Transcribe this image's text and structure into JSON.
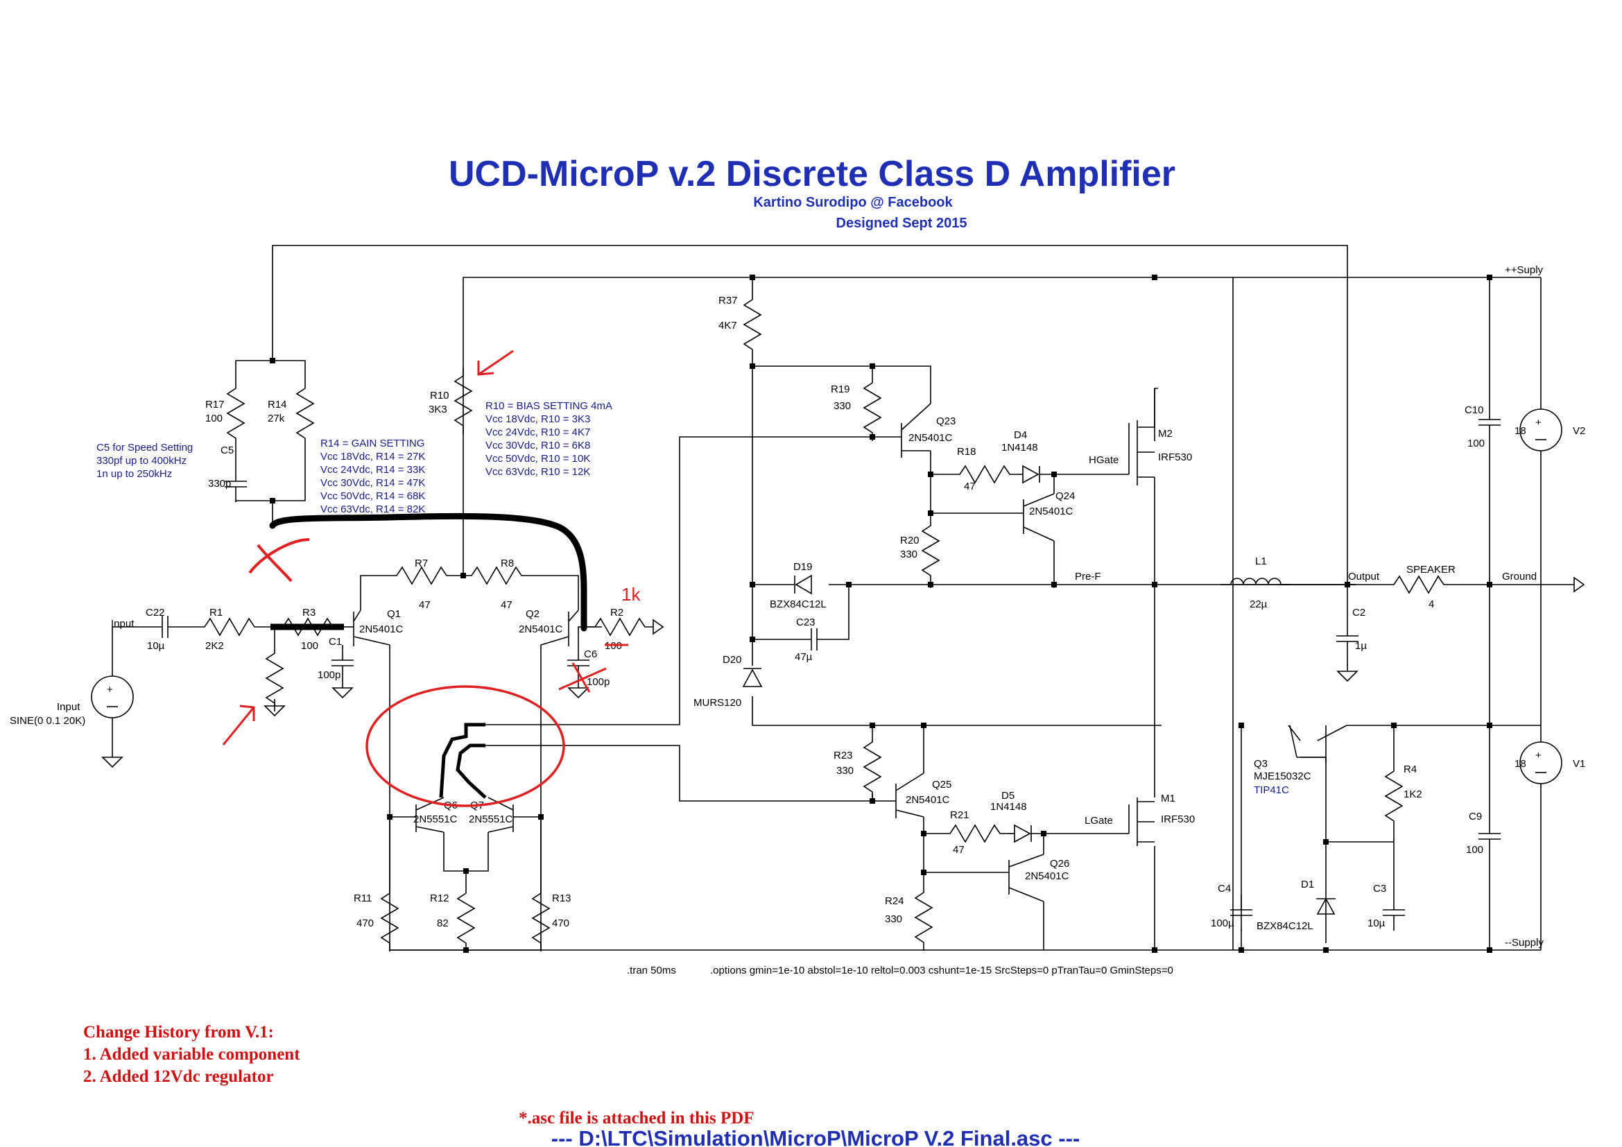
{
  "title": "UCD-MicroP v.2 Discrete Class D Amplifier",
  "author": "Kartino Surodipo @ Facebook",
  "designed": "Designed Sept 2015",
  "notes": {
    "c5": [
      "C5 for Speed Setting",
      "330pf up to 400kHz",
      "1n up to 250kHz"
    ],
    "r14": [
      "R14 = GAIN SETTING",
      "Vcc 18Vdc, R14 = 27K",
      "Vcc 24Vdc, R14 = 33K",
      "Vcc 30Vdc, R14 = 47K",
      "Vcc 50Vdc, R14 = 68K",
      "Vcc 63Vdc, R14 = 82K"
    ],
    "r10": [
      "R10 = BIAS SETTING 4mA",
      "Vcc 18Vdc, R10 = 3K3",
      "Vcc 24Vdc, R10 = 4K7",
      "Vcc 30Vdc, R10 = 6K8",
      "Vcc 50Vdc, R10 = 10K",
      "Vcc 63Vdc, R10 = 12K"
    ]
  },
  "nets": {
    "supply_pos": "++Suply",
    "supply_neg": "--Supply",
    "ground": "Ground",
    "output": "Output",
    "pref": "Pre-F",
    "hgate": "HGate",
    "lgate": "LGate",
    "input": "Input"
  },
  "components": {
    "R17": {
      "ref": "R17",
      "val": "100"
    },
    "R14": {
      "ref": "R14",
      "val": "27k"
    },
    "C5": {
      "ref": "C5",
      "val": "330p"
    },
    "R10": {
      "ref": "R10",
      "val": "3K3"
    },
    "R37": {
      "ref": "R37",
      "val": "4K7"
    },
    "R19": {
      "ref": "R19",
      "val": "330"
    },
    "Q23": {
      "ref": "Q23",
      "val": "2N5401C"
    },
    "R18": {
      "ref": "R18",
      "val": "47"
    },
    "D4": {
      "ref": "D4",
      "val": "1N4148"
    },
    "Q24": {
      "ref": "Q24",
      "val": "2N5401C"
    },
    "M2": {
      "ref": "M2",
      "val": "IRF530"
    },
    "R20": {
      "ref": "R20",
      "val": "330"
    },
    "D19": {
      "ref": "D19",
      "val": "BZX84C12L"
    },
    "C23": {
      "ref": "C23",
      "val": "47µ"
    },
    "D20": {
      "ref": "D20",
      "val": "MURS120"
    },
    "L1": {
      "ref": "L1",
      "val": "22µ"
    },
    "C2": {
      "ref": "C2",
      "val": "1µ"
    },
    "SPEAKER": {
      "ref": "SPEAKER",
      "val": "4"
    },
    "C10": {
      "ref": "C10",
      "val": "100"
    },
    "V2": {
      "ref": "V2",
      "val": "18"
    },
    "V1": {
      "ref": "V1",
      "val": "18"
    },
    "C9": {
      "ref": "C9",
      "val": "100"
    },
    "R7": {
      "ref": "R7",
      "val": "47"
    },
    "R8": {
      "ref": "R8",
      "val": "47"
    },
    "Q1": {
      "ref": "Q1",
      "val": "2N5401C"
    },
    "Q2": {
      "ref": "Q2",
      "val": "2N5401C"
    },
    "C22": {
      "ref": "C22",
      "val": "10µ"
    },
    "R1": {
      "ref": "R1",
      "val": "2K2"
    },
    "R3": {
      "ref": "R3",
      "val": "100"
    },
    "C1": {
      "ref": "C1",
      "val": "100p"
    },
    "R2": {
      "ref": "R2",
      "val": "100"
    },
    "C6": {
      "ref": "C6",
      "val": "100p"
    },
    "VIN": {
      "ref": "Input",
      "val": "SINE(0 0.1 20K)"
    },
    "Q6": {
      "ref": "Q6",
      "val": "2N5551C"
    },
    "Q7": {
      "ref": "Q7",
      "val": "2N5551C"
    },
    "R11": {
      "ref": "R11",
      "val": "470"
    },
    "R12": {
      "ref": "R12",
      "val": "82"
    },
    "R13": {
      "ref": "R13",
      "val": "470"
    },
    "R23": {
      "ref": "R23",
      "val": "330"
    },
    "Q25": {
      "ref": "Q25",
      "val": "2N5401C"
    },
    "R21": {
      "ref": "R21",
      "val": "47"
    },
    "D5": {
      "ref": "D5",
      "val": "1N4148"
    },
    "Q26": {
      "ref": "Q26",
      "val": "2N5401C"
    },
    "M1": {
      "ref": "M1",
      "val": "IRF530"
    },
    "R24": {
      "ref": "R24",
      "val": "330"
    },
    "Q3": {
      "ref": "Q3",
      "val": "MJE15032C",
      "alt": "TIP41C"
    },
    "R4": {
      "ref": "R4",
      "val": "1K2"
    },
    "C4": {
      "ref": "C4",
      "val": "100µ"
    },
    "D1": {
      "ref": "D1",
      "val": "BZX84C12L"
    },
    "C3": {
      "ref": "C3",
      "val": "10µ"
    }
  },
  "sim": {
    "tran": ".tran 50ms",
    "options": ".options gmin=1e-10 abstol=1e-10 reltol=0.003 cshunt=1e-15 SrcSteps=0 pTranTau=0 GminSteps=0"
  },
  "annotation_1k": "1k",
  "history": [
    "Change History from V.1:",
    "1. Added variable component",
    "2. Added 12Vdc regulator"
  ],
  "attach_note": "*.asc file is attached in this PDF",
  "file_path": "---  D:\\LTC\\Simulation\\MicroP\\MicroP V.2 Final.asc  ---"
}
